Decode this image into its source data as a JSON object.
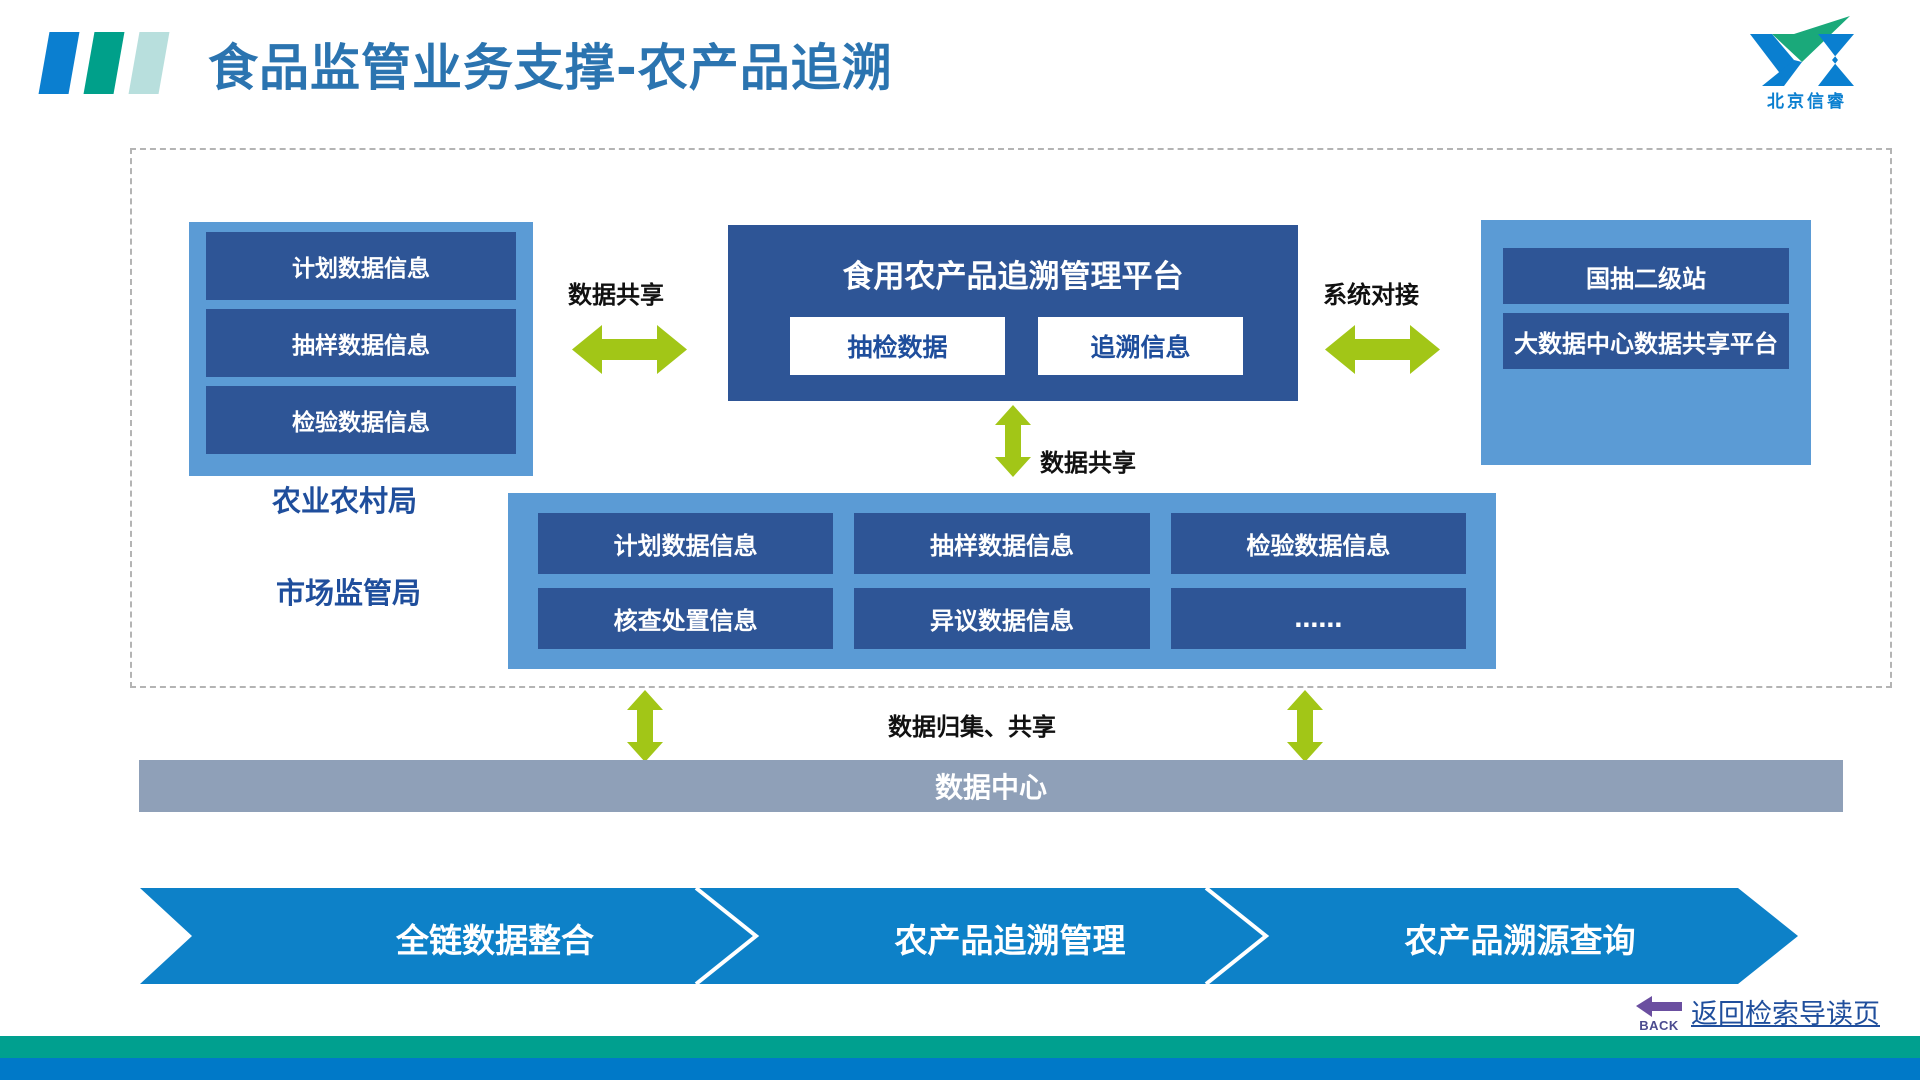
{
  "header": {
    "title": "食品监管业务支撑-农产品追溯",
    "accent_bars": [
      "#0b7fd0",
      "#00a08a",
      "#b8dfdd"
    ],
    "title_color": "#2b74b0"
  },
  "logo": {
    "mark": "xr-logo-icon",
    "text": "北京信睿",
    "color_green": "#1aa97a",
    "color_blue": "#0a7fd0"
  },
  "left_panel": {
    "items": [
      {
        "label": "计划数据信息"
      },
      {
        "label": "抽样数据信息"
      },
      {
        "label": "检验数据信息"
      }
    ],
    "org_labels": [
      {
        "label": "农业农村局"
      },
      {
        "label": "市场监管局"
      }
    ]
  },
  "center_platform": {
    "title": "食用农产品追溯管理平台",
    "sub_boxes": [
      {
        "label": "抽检数据"
      },
      {
        "label": "追溯信息"
      }
    ]
  },
  "right_panel": {
    "items": [
      {
        "label": "国抽二级站"
      },
      {
        "label": "大数据中心数据共享平台"
      }
    ]
  },
  "grid_panel": {
    "items": [
      {
        "label": "计划数据信息"
      },
      {
        "label": "抽样数据信息"
      },
      {
        "label": "检验数据信息"
      },
      {
        "label": "核查处置信息"
      },
      {
        "label": "异议数据信息"
      },
      {
        "label": "……"
      }
    ]
  },
  "arrows": {
    "left_share": "数据共享",
    "right_dock": "系统对接",
    "mid_share": "数据共享",
    "data_gather": "数据归集、共享",
    "color": "#a2c617"
  },
  "data_center": {
    "label": "数据中心",
    "color": "#8fa0b8"
  },
  "banner": {
    "color": "#0d81c8",
    "segments": [
      {
        "label": "全链数据整合"
      },
      {
        "label": "农产品追溯管理"
      },
      {
        "label": "农产品溯源查询"
      }
    ]
  },
  "back_link": {
    "icon_word": "BACK",
    "label": "返回检索导读页",
    "icon_color": "#6b4fa0"
  },
  "footer": {
    "green": "#00a08f",
    "blue": "#0079c8"
  }
}
